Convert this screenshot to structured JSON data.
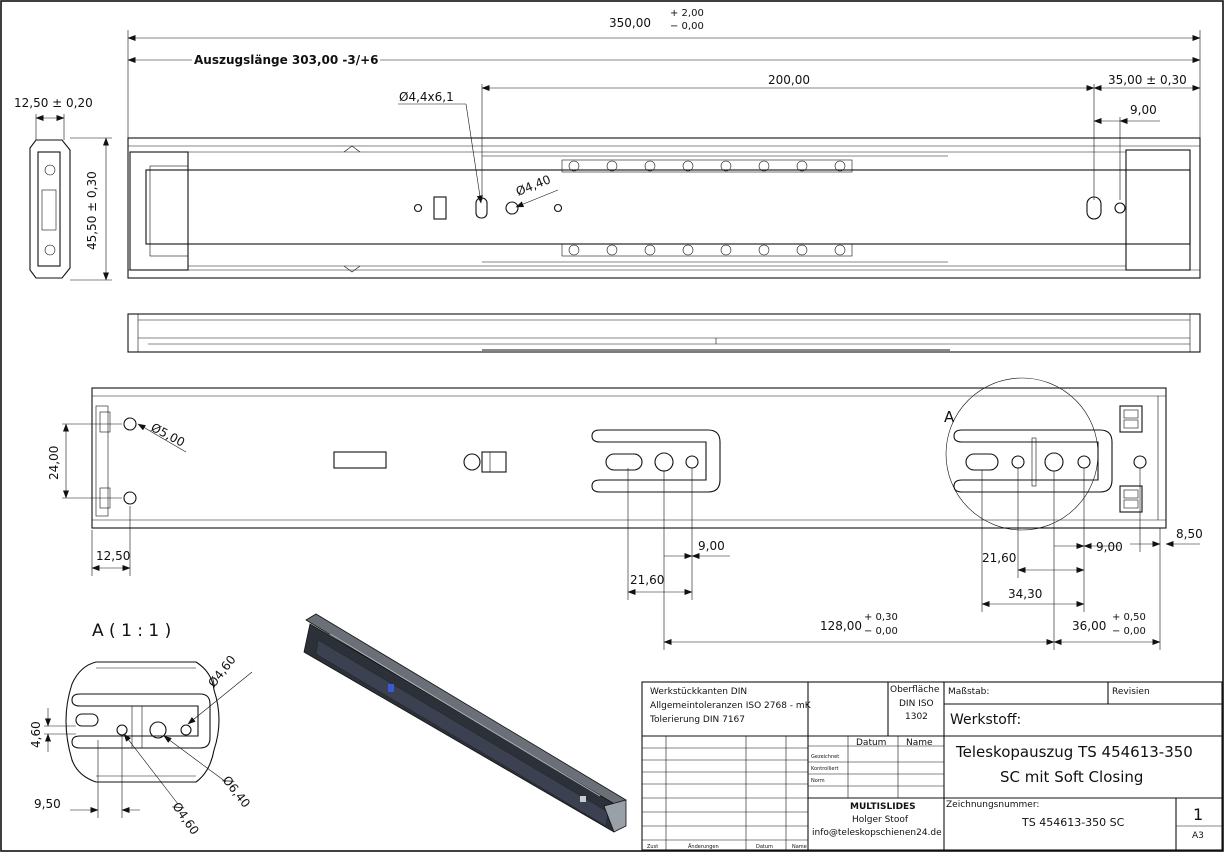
{
  "dims": {
    "overall_length": "350,00",
    "overall_tol_plus": "+ 2,00",
    "overall_tol_minus": "− 0,00",
    "extension_label": "Auszugslänge 303,00 -3/+6",
    "width_top": "12,50 ± 0,20",
    "height_side": "45,50 ± 0,30",
    "hole_slot": "Ø4,4x6,1",
    "hole_dia": "Ø4,40",
    "span_200": "200,00",
    "end_35": "35,00 ± 0,30",
    "end_9": "9,00",
    "front_24": "24,00",
    "front_5": "Ø5,00",
    "front_12_5": "12,50",
    "mid_9": "9,00",
    "mid_21_6": "21,60",
    "rear_21_6": "21,60",
    "rear_9": "9,00",
    "rear_8_5": "8,50",
    "rear_34_3": "34,30",
    "span_128": "128,00",
    "span_128_plus": "+ 0,30",
    "span_128_minus": "− 0,00",
    "span_36": "36,00",
    "span_36_plus": "+ 0,50",
    "span_36_minus": "− 0,00",
    "detail_a_marker": "A",
    "detail_title": "A ( 1 : 1 )",
    "detail_460_top": "Ø4,60",
    "detail_460_side": "4,60",
    "detail_640": "Ø6,40",
    "detail_950": "9,50",
    "detail_460_bottom": "Ø4,60"
  },
  "title_block": {
    "notes_line1": "Werkstückkanten DIN",
    "notes_line2": "Allgemeintoleranzen ISO 2768 - mK",
    "notes_line3": "Tolerierung DIN 7167",
    "surface_label": "Oberfläche",
    "surface_value_line1": "DIN ISO",
    "surface_value_line2": "1302",
    "scale_label": "Maßstab:",
    "revision_label": "Revisien",
    "material_label": "Werkstoff:",
    "col_datum": "Datum",
    "col_name": "Name",
    "row_gezeichnet": "Gezeichnet",
    "row_kontrolliert": "Kontrolliert",
    "row_norm": "Norm",
    "title_line1": "Teleskopauszug TS 454613-350",
    "title_line2": "SC mit Soft Closing",
    "company": "MULTISLIDES",
    "contact_name": "Holger Stoof",
    "contact_email": "info@teleskopschienen24.de",
    "drawing_number_label": "Zeichnungsnummer:",
    "drawing_number": "TS 454613-350 SC",
    "sheet_number": "1",
    "sheet_format": "A3",
    "footer_zust": "Zust",
    "footer_aenderungen": "Änderungen",
    "footer_datum": "Datum",
    "footer_name": "Name"
  }
}
